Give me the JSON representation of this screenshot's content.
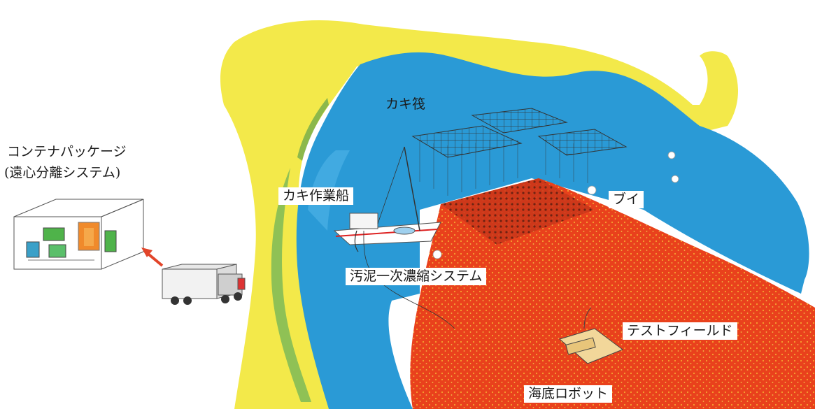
{
  "labels": {
    "container_package_line1": "コンテナパッケージ",
    "container_package_line2": "(遠心分離システム)",
    "oyster_raft": "カキ筏",
    "oyster_work_boat": "カキ作業船",
    "buoy": "ブイ",
    "sludge_concentration_system": "汚泥一次濃縮システム",
    "test_field": "テストフィールド",
    "seabed_robot": "海底ロボット"
  },
  "colors": {
    "land": "#f3e94a",
    "sea": "#2a9ad6",
    "test_field": "#e9411c",
    "arrow": "#e2452a"
  },
  "icons": {
    "container": "container-package-icon",
    "truck": "truck-icon",
    "boat": "work-boat-icon",
    "robot": "seabed-robot-icon",
    "raft": "oyster-raft-icon",
    "buoy": "buoy-icon"
  }
}
